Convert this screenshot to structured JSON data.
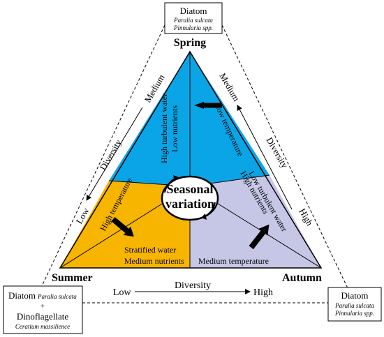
{
  "seasons": {
    "spring": "Spring",
    "summer": "Summer",
    "autumn": "Autumn"
  },
  "center": {
    "line1": "Seasonal",
    "line2": "variation"
  },
  "regions": {
    "spring_left_1": "High turbulent water",
    "spring_left_2": "Low nutrients",
    "spring_right": "Low temperature",
    "summer_temp": "High temperature",
    "summer_1": "Stratified water",
    "summer_2": "Medium nutrients",
    "autumn_1": "Low turbulent water",
    "autumn_2": "High nutrients",
    "autumn_temp": "Medium temperature"
  },
  "diversity": {
    "label": "Diversity",
    "low": "Low",
    "medium": "Medium",
    "high": "High"
  },
  "boxes": {
    "top": {
      "title": "Diatom",
      "species1": "Paralia sulcata",
      "species2": "Pinnularia spp."
    },
    "left": {
      "title": "Diatom",
      "species1": "Paralia sulcata",
      "plus": "+",
      "title2": "Dinoflagellate",
      "species2": "Ceratium massilience"
    },
    "right": {
      "title": "Diatom",
      "species1": "Paralia sulcata",
      "species2": "Pinnularia spp."
    }
  },
  "colors": {
    "spring": "#0aa5e6",
    "summer": "#f7b500",
    "autumn": "#c6c6e6"
  }
}
